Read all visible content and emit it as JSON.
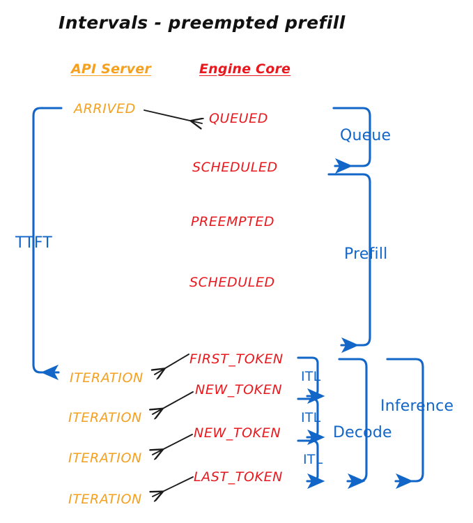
{
  "title": "Intervals - preempted prefill",
  "colors": {
    "background": "#ffffff",
    "title": "#111111",
    "api_server": "#F5A01E",
    "engine_core": "#E8191E",
    "blue": "#1266C8",
    "arrow_black": "#1b1b1b"
  },
  "columns": [
    {
      "label": "API Server",
      "color_key": "api_server"
    },
    {
      "label": "Engine Core",
      "color_key": "engine_core"
    }
  ],
  "api_server_events": [
    {
      "label": "ARRIVED"
    },
    {
      "label": "ITERATION"
    },
    {
      "label": "ITERATION"
    },
    {
      "label": "ITERATION"
    },
    {
      "label": "ITERATION"
    }
  ],
  "engine_core_events": [
    {
      "label": "QUEUED"
    },
    {
      "label": "SCHEDULED"
    },
    {
      "label": "PREEMPTED"
    },
    {
      "label": "SCHEDULED"
    },
    {
      "label": "FIRST_TOKEN"
    },
    {
      "label": "NEW_TOKEN"
    },
    {
      "label": "NEW_TOKEN"
    },
    {
      "label": "LAST_TOKEN"
    }
  ],
  "intervals": [
    {
      "label": "TTFT",
      "side": "left"
    },
    {
      "label": "Queue",
      "side": "right"
    },
    {
      "label": "Prefill",
      "side": "right"
    },
    {
      "label": "ITL",
      "side": "right"
    },
    {
      "label": "ITL",
      "side": "right"
    },
    {
      "label": "ITL",
      "side": "right"
    },
    {
      "label": "Decode",
      "side": "right"
    },
    {
      "label": "Inference",
      "side": "right"
    }
  ],
  "labels": {
    "ttft": "TTFT",
    "queue": "Queue",
    "prefill": "Prefill",
    "itl_1": "ITL",
    "itl_2": "ITL",
    "itl_3": "ITL",
    "decode": "Decode",
    "inference": "Inference"
  },
  "states": {
    "arrived": "ARRIVED",
    "queued": "QUEUED",
    "scheduled_1": "SCHEDULED",
    "preempted": "PREEMPTED",
    "scheduled_2": "SCHEDULED",
    "first_token": "FIRST_TOKEN",
    "new_token_1": "NEW_TOKEN",
    "new_token_2": "NEW_TOKEN",
    "last_token": "LAST_TOKEN",
    "iteration_1": "ITERATION",
    "iteration_2": "ITERATION",
    "iteration_3": "ITERATION",
    "iteration_4": "ITERATION"
  },
  "headers": {
    "api_server": "API Server",
    "engine_core": "Engine Core"
  }
}
